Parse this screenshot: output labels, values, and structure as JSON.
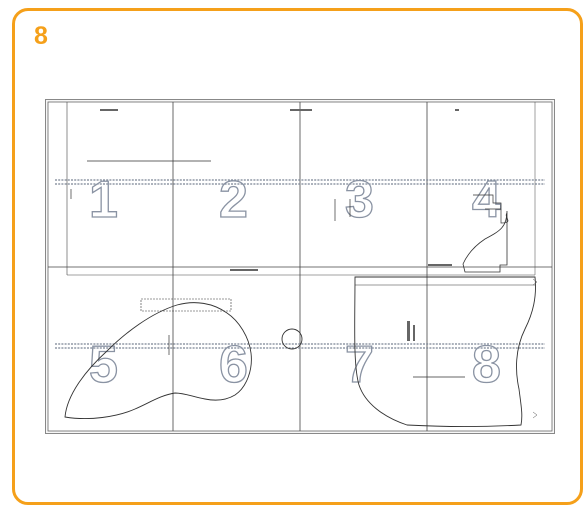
{
  "step": {
    "number": "8"
  },
  "sheet": {
    "tiles": [
      {
        "label": "1"
      },
      {
        "label": "2"
      },
      {
        "label": "3"
      },
      {
        "label": "4"
      },
      {
        "label": "5"
      },
      {
        "label": "6"
      },
      {
        "label": "7"
      },
      {
        "label": "8"
      }
    ]
  },
  "colors": {
    "accent": "#f5a01a",
    "grid": "#444444",
    "outline": "#8a93a3"
  }
}
